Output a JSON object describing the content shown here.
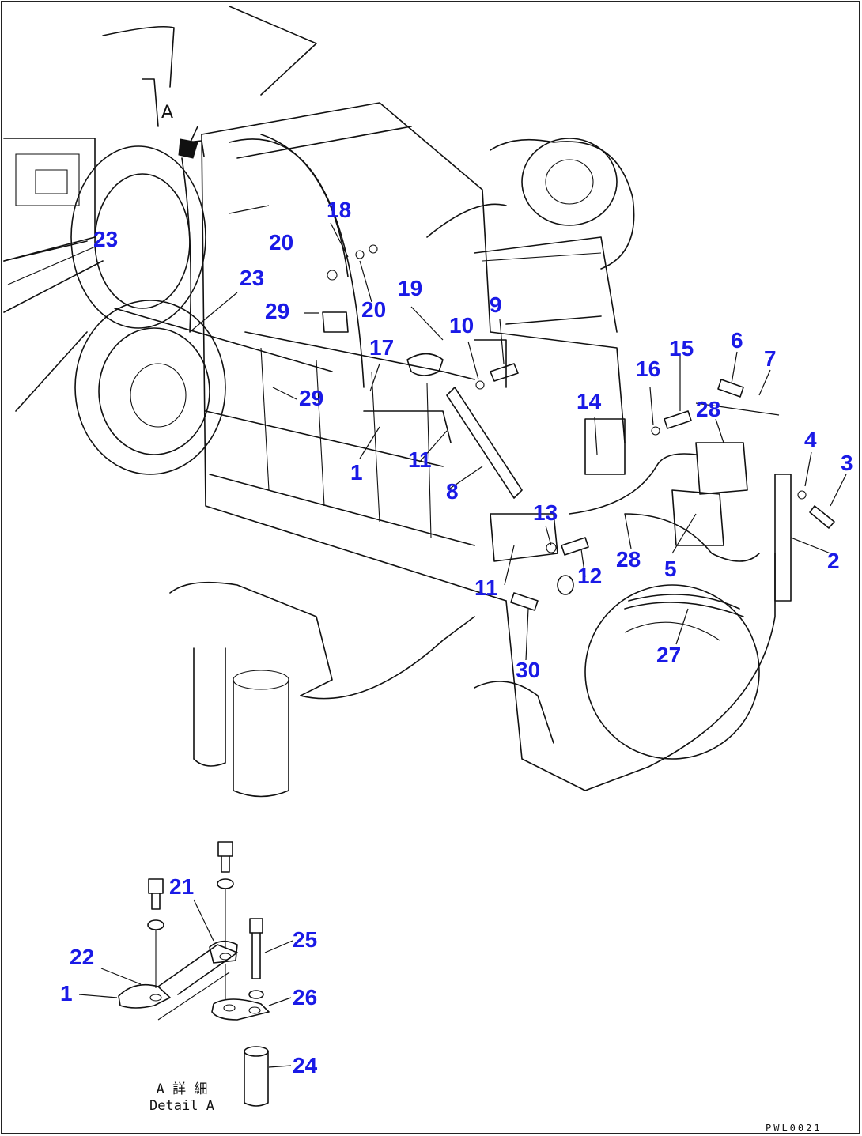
{
  "callouts": [
    {
      "id": "1a",
      "text": "1"
    },
    {
      "id": "1b",
      "text": "1"
    },
    {
      "id": "2",
      "text": "2"
    },
    {
      "id": "3",
      "text": "3"
    },
    {
      "id": "4",
      "text": "4"
    },
    {
      "id": "5",
      "text": "5"
    },
    {
      "id": "6",
      "text": "6"
    },
    {
      "id": "7",
      "text": "7"
    },
    {
      "id": "8",
      "text": "8"
    },
    {
      "id": "9",
      "text": "9"
    },
    {
      "id": "10",
      "text": "10"
    },
    {
      "id": "11a",
      "text": "11"
    },
    {
      "id": "11b",
      "text": "11"
    },
    {
      "id": "12",
      "text": "12"
    },
    {
      "id": "13",
      "text": "13"
    },
    {
      "id": "14",
      "text": "14"
    },
    {
      "id": "15",
      "text": "15"
    },
    {
      "id": "16",
      "text": "16"
    },
    {
      "id": "17",
      "text": "17"
    },
    {
      "id": "18",
      "text": "18"
    },
    {
      "id": "19",
      "text": "19"
    },
    {
      "id": "20a",
      "text": "20"
    },
    {
      "id": "20b",
      "text": "20"
    },
    {
      "id": "21",
      "text": "21"
    },
    {
      "id": "22",
      "text": "22"
    },
    {
      "id": "23a",
      "text": "23"
    },
    {
      "id": "23b",
      "text": "23"
    },
    {
      "id": "24",
      "text": "24"
    },
    {
      "id": "25",
      "text": "25"
    },
    {
      "id": "26",
      "text": "26"
    },
    {
      "id": "27",
      "text": "27"
    },
    {
      "id": "28a",
      "text": "28"
    },
    {
      "id": "28b",
      "text": "28"
    },
    {
      "id": "29a",
      "text": "29"
    },
    {
      "id": "29b",
      "text": "29"
    },
    {
      "id": "30",
      "text": "30"
    }
  ],
  "view_marker": "A",
  "detail_caption": {
    "line1": "A 詳 細",
    "line2": "Detail A"
  },
  "drawing_code": "PWL0021",
  "colors": {
    "callout": "#1a1ae6",
    "line": "#111111",
    "background": "#ffffff"
  }
}
